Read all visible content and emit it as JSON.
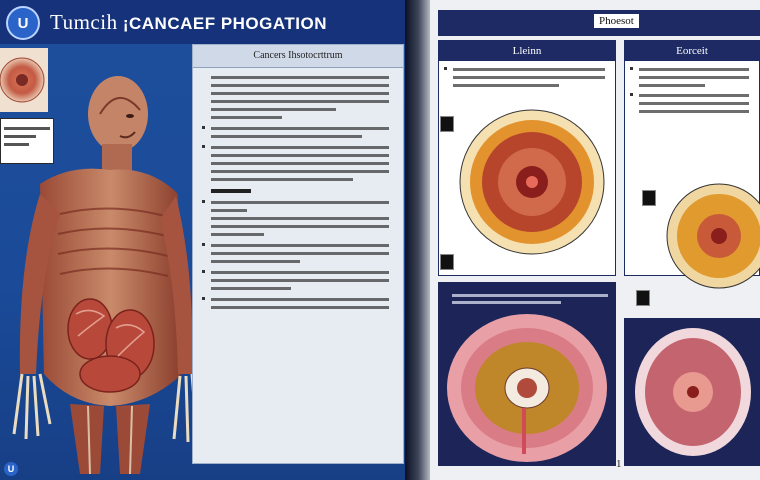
{
  "header": {
    "logo_letter": "U",
    "title_part1": "Tumcih",
    "title_sep": " ¡",
    "title_part2": "CANCAEF PHOGATION"
  },
  "left_panel": {
    "heading": "Cancers Ihsotocrttrum"
  },
  "right_page": {
    "top_tab": "Phoesot",
    "col1_heading": "Lleinn",
    "col2_heading": "Eorceit",
    "page_number": "1"
  },
  "colors": {
    "header_navy": "#16327a",
    "page_blue": "#1e4f9c",
    "right_navy": "#1d2a63",
    "tissue_orange": "#e3932e",
    "tissue_pink": "#e8a0a6"
  }
}
